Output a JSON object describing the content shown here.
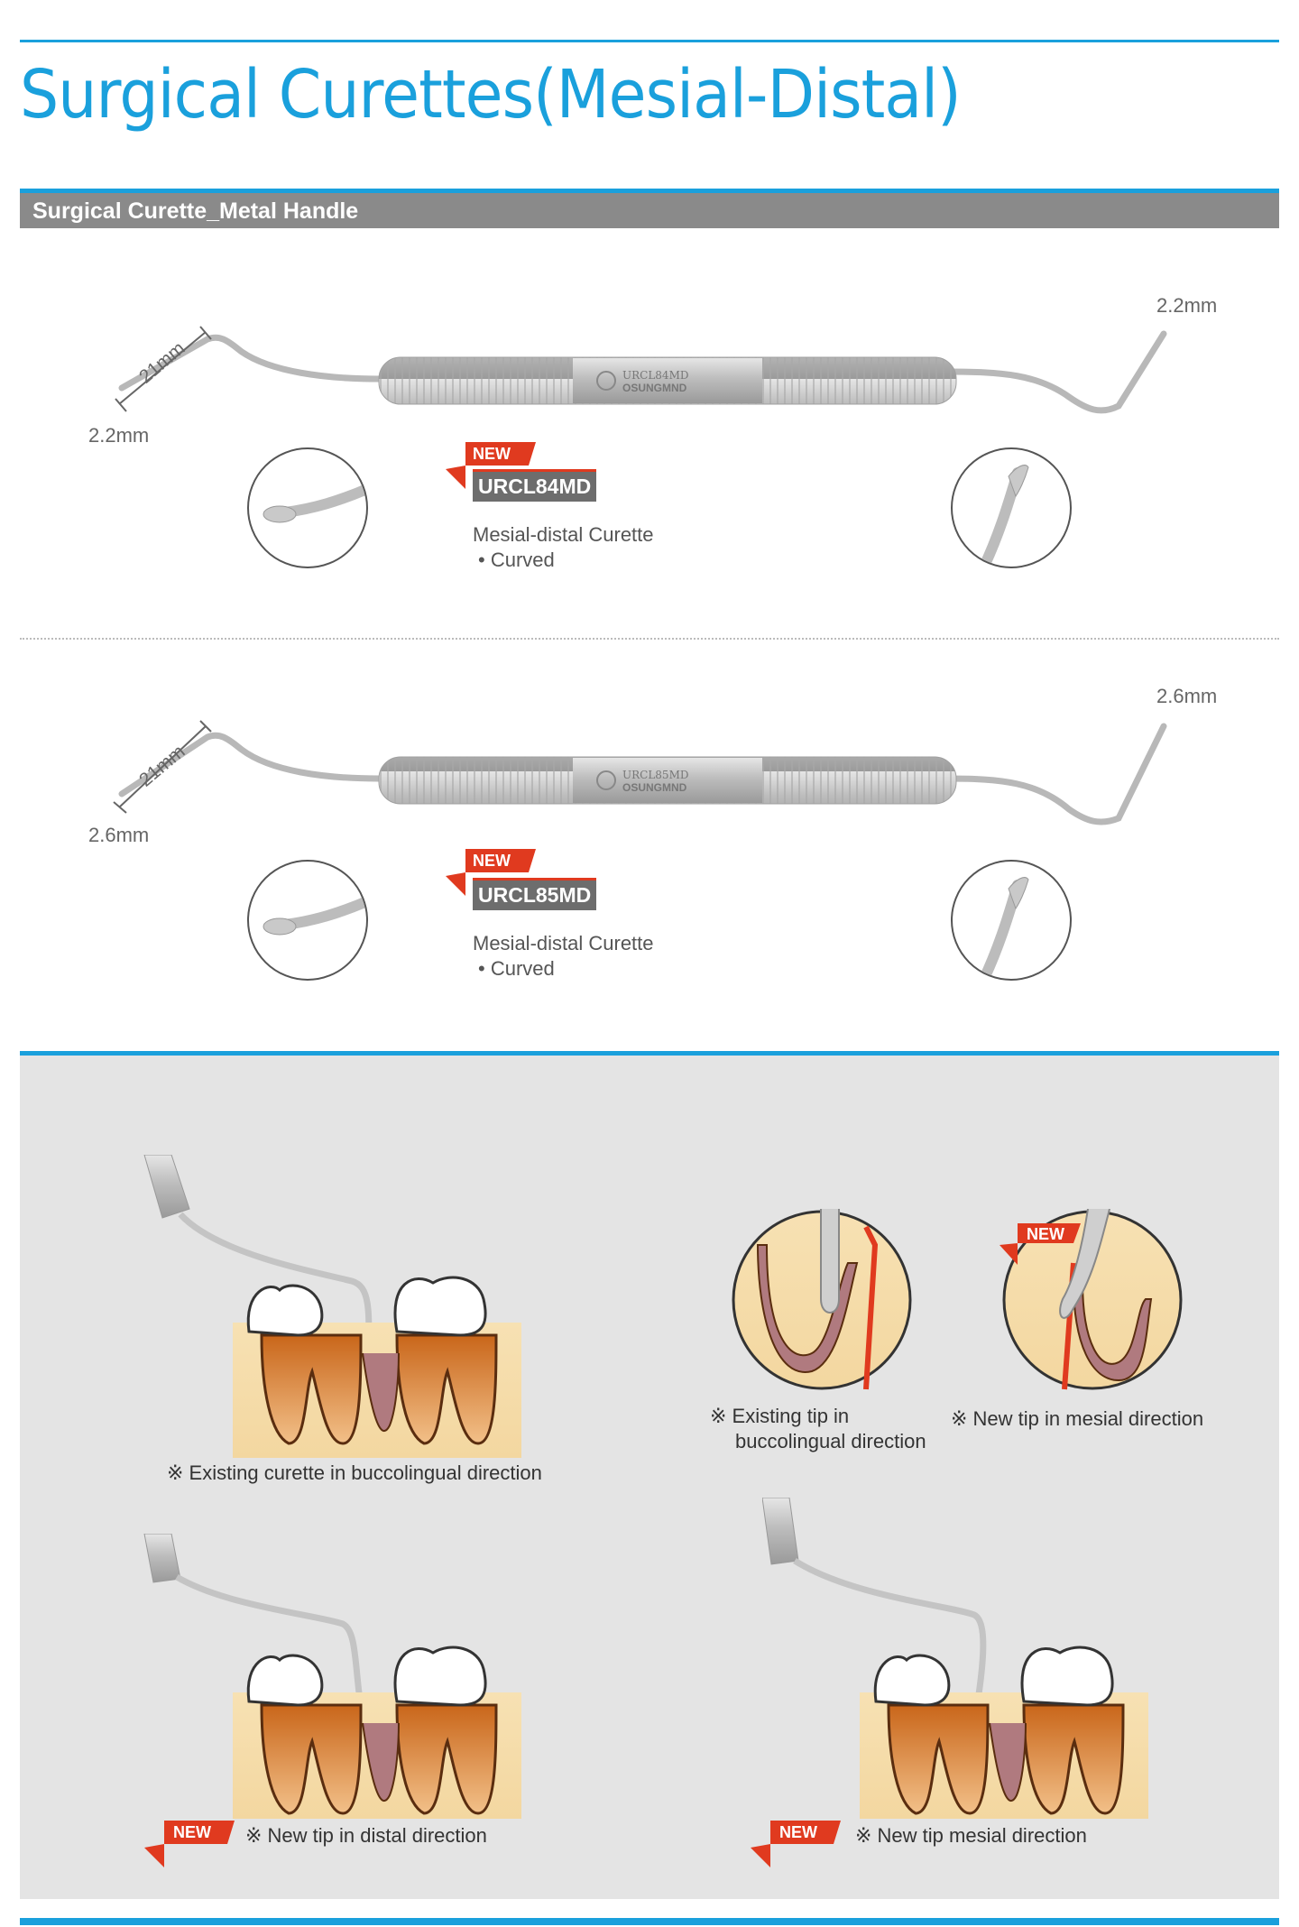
{
  "header": {
    "title": "Surgical Curettes(Mesial-Distal)"
  },
  "section": {
    "label": "Surgical Curette_Metal Handle"
  },
  "products": [
    {
      "code": "URCL84MD",
      "new_badge": "NEW",
      "name": "Mesial-distal Curette",
      "feature": "• Curved",
      "tip_width_left": "2.2mm",
      "tip_width_right": "2.2mm",
      "length": "21mm",
      "engraving": {
        "model": "URCL84MD",
        "brand": "OSUNGMND"
      }
    },
    {
      "code": "URCL85MD",
      "new_badge": "NEW",
      "name": "Mesial-distal Curette",
      "feature": "• Curved",
      "tip_width_left": "2.6mm",
      "tip_width_right": "2.6mm",
      "length": "21mm",
      "engraving": {
        "model": "URCL85MD",
        "brand": "OSUNGMND"
      }
    }
  ],
  "comparison": {
    "existing_curette": "※ Existing curette in buccolingual direction",
    "existing_tip_line1": "※ Existing tip in",
    "existing_tip_line2": "buccolingual direction",
    "new_tip_mesial_detail": "※ New tip in mesial direction",
    "new_tip_distal": "※ New tip in distal direction",
    "new_tip_mesial": "※ New tip mesial direction",
    "new_badge": "NEW"
  },
  "colors": {
    "accent_blue": "#1aa0dc",
    "bar_gray": "#8a8a8a",
    "badge_red": "#e03a1f",
    "panel_gray": "#e4e4e4"
  }
}
